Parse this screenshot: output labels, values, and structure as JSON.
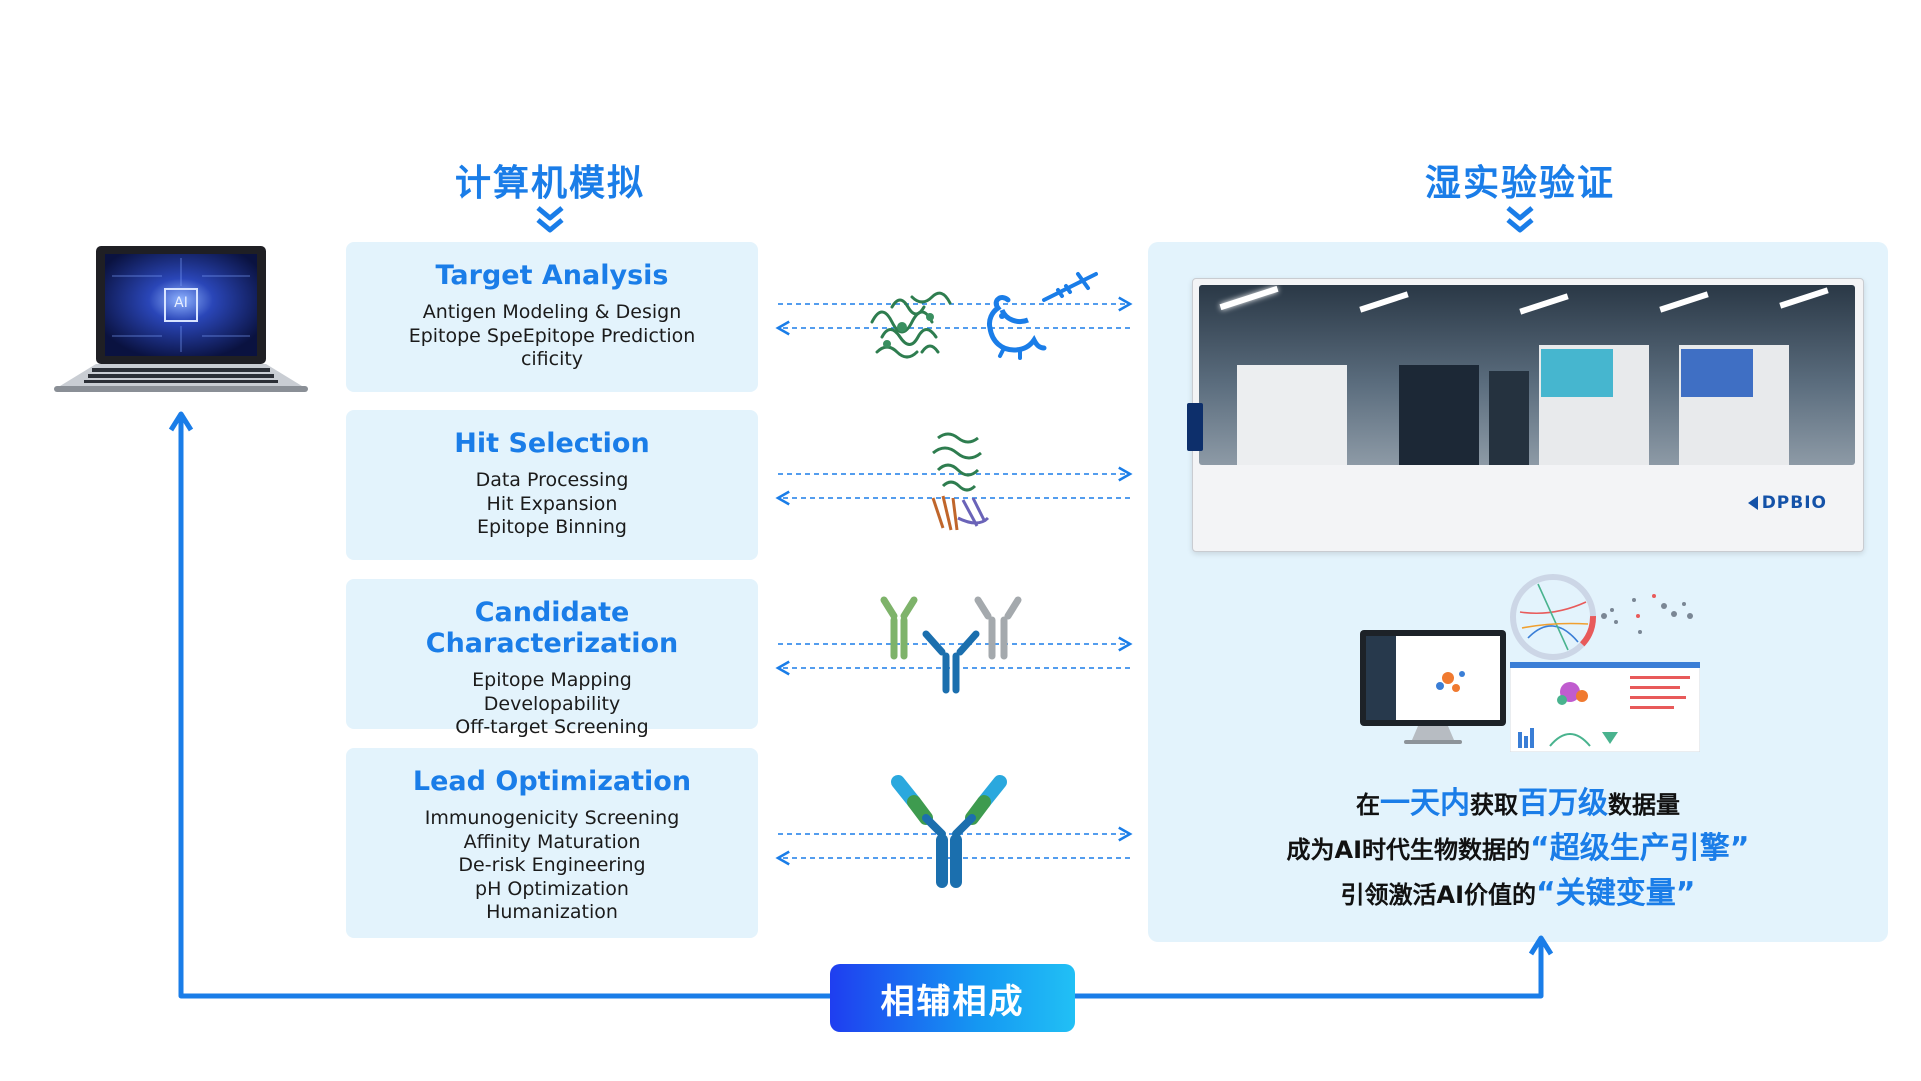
{
  "headings": {
    "left": "计算机模拟",
    "right": "湿实验验证"
  },
  "laptop": {
    "screen_label": "AI"
  },
  "panels": [
    {
      "title": "Target Analysis",
      "items": [
        "Antigen Modeling & Design",
        "Epitope SpeEpitope Prediction",
        "cificity"
      ]
    },
    {
      "title": "Hit Selection",
      "items": [
        "Data Processing",
        "Hit Expansion",
        "Epitope Binning"
      ]
    },
    {
      "title": "Candidate Characterization",
      "items": [
        "Epitope Mapping",
        "Developability",
        "Off-target Screening"
      ]
    },
    {
      "title": "Lead Optimization",
      "items": [
        "Immunogenicity Screening",
        "Affinity Maturation",
        "De-risk Engineering",
        "pH Optimization",
        "Humanization"
      ]
    }
  ],
  "instrument": {
    "brand": "DPBIO",
    "unit_label": "DPBIO"
  },
  "summary": {
    "line1": {
      "a": "在",
      "b": "一天内",
      "c": "获取",
      "d": "百万级",
      "e": "数据量"
    },
    "line2": {
      "a": "成为AI时代生物数据的",
      "b": "“超级生产引擎”"
    },
    "line3": {
      "a": "引领激活AI价值的",
      "b": "“关键变量”"
    }
  },
  "badge": {
    "label": "相辅相成"
  },
  "colors": {
    "accent": "#1a7de8",
    "panel_bg": "#e3f3fc",
    "flow_line": "#1a7de8",
    "protein_green": "#2e7d4f",
    "antibody_blue": "#1b6fae",
    "antibody_cyan": "#2aa8de",
    "antibody_green": "#3e9b4f"
  },
  "icons": [
    "laptop-icon",
    "chevron-down-icon",
    "protein-icon",
    "mouse-icon",
    "syringe-icon",
    "complex-icon",
    "antibody-icon",
    "monitor-icon"
  ]
}
